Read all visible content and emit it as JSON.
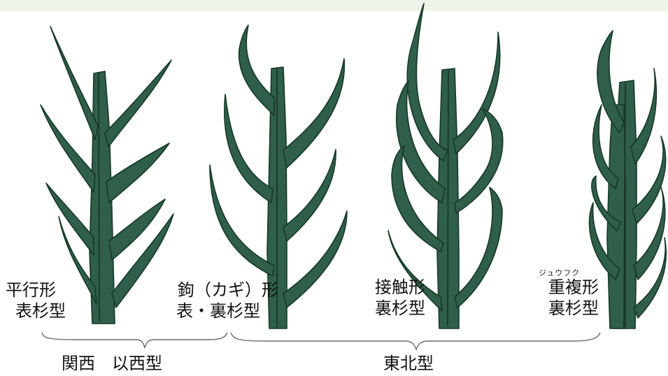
{
  "colors": {
    "leaf_fill": "#2f5e4a",
    "leaf_dark": "#163827",
    "leaf_light": "#4f8a6d",
    "top_band": "#eef5e8",
    "bracket": "#6a6a6a"
  },
  "types": [
    {
      "line1": "平行形",
      "line2": "表杉型"
    },
    {
      "line1": "鉤（カギ）形",
      "line2": "表・裏杉型"
    },
    {
      "line1": "接触形",
      "line2": "裏杉型"
    },
    {
      "line1": "重複形",
      "line2": "裏杉型",
      "ruby": "ジュウフク"
    }
  ],
  "groups": {
    "west": "関西　以西型",
    "northeast": "東北型"
  }
}
